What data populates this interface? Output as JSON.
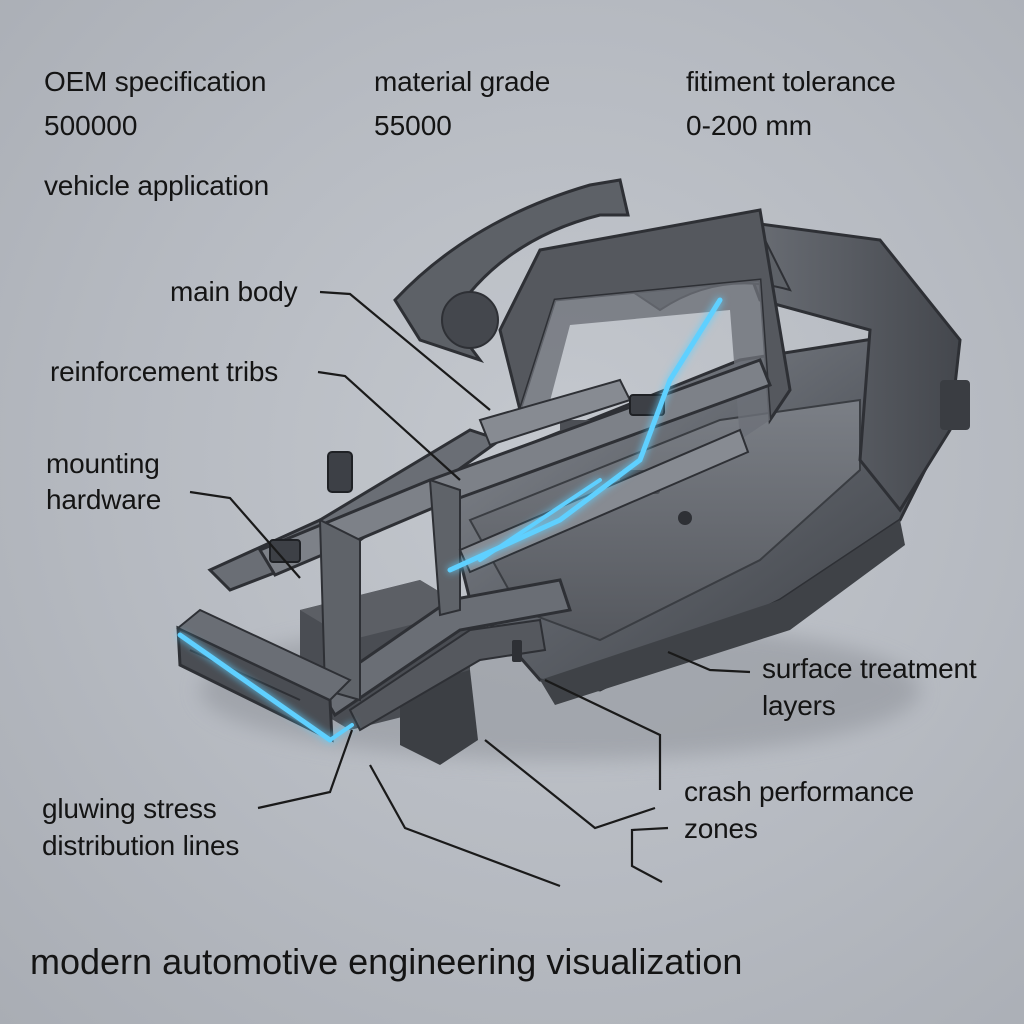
{
  "header": {
    "spec": {
      "label": "OEM specification",
      "value": "500000"
    },
    "material": {
      "label": "material grade",
      "value": "55000"
    },
    "tolerance": {
      "label": "fitiment tolerance",
      "value": "0-200 mm"
    },
    "application": {
      "label": "vehicle application"
    }
  },
  "callouts": {
    "main_body": "main body",
    "reinforcement_ribs": "reinforcement tribs",
    "mounting_hardware_1": "mounting",
    "mounting_hardware_2": "hardware",
    "surface_treatment_1": "surface treatment",
    "surface_treatment_2": "layers",
    "crash_zones_1": "crash performance",
    "crash_zones_2": "zones",
    "stress_lines_1": "gluwing stress",
    "stress_lines_2": "distribution lines"
  },
  "caption": "modern automotive engineering visualization",
  "colors": {
    "frame_dark": "#3d4046",
    "frame_mid": "#6a6e75",
    "frame_light": "#9a9ea5",
    "glow": "#5fd0ff",
    "leader": "#1a1a1a"
  }
}
